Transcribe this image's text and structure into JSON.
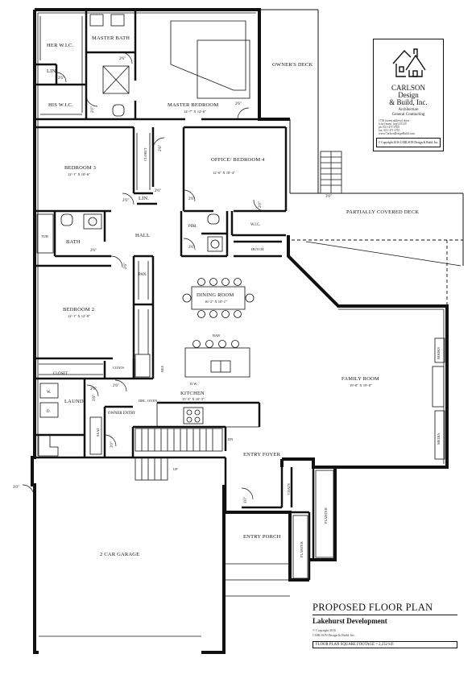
{
  "rooms": {
    "her_wic": "HER W.I.C.",
    "master_bath": "MASTER BATH",
    "lin1": "LIN.",
    "his_wic": "HIS W.I.C.",
    "master_bedroom": "MASTER BEDROOM",
    "master_bedroom_dim": "14'-7\" X 12'-6\"",
    "owners_deck": "OWNER'S DECK",
    "bedroom3": "BEDROOM 3",
    "bedroom3_dim": "12'-1\" X 10'-6\"",
    "closet": "CLOSET",
    "lin2": "LIN.",
    "office": "OFFICE/ BEDROOM 4",
    "office_dim": "12'-6\" X 10'-4\"",
    "partially_covered_deck": "PARTIALLY COVERED DECK",
    "tub": "TUB",
    "bath": "BATH",
    "hall": "HALL",
    "pdr": "PDR.",
    "wic": "W.I.C.",
    "hutch": "HUTCH",
    "pan": "PAN.",
    "dining_room": "DINING ROOM",
    "dining_dim": "16'-2\" X 10'-1\"",
    "bedroom2": "BEDROOM 2",
    "bedroom2_dim": "12'-1\" X 12'-8\"",
    "bar": "BAR",
    "ref": "REF.",
    "closet2": "CLOSET",
    "coats1": "COATS",
    "dw": "D.W.",
    "family_room": "FAMILY ROOM",
    "family_dim": "19'-8\" X 19'-0\"",
    "books": "BOOKS",
    "media": "MEDIA",
    "w": "W.",
    "d": "D.",
    "laund": "LAUND.",
    "kitchen": "KITCHEN",
    "kitchen_dim": "15'-3\" X 10'-3\"",
    "dbl_oven": "DBL. OVEN",
    "owner_entry": "OWNER ENTRY",
    "seat": "SEAT",
    "dn": "DN",
    "up": "UP",
    "entry_foyer": "ENTRY FOYER",
    "coats2": "COATS",
    "planter1": "PLANTER",
    "garage": "2 CAR GARAGE",
    "entry_porch": "ENTRY PORCH",
    "planter2": "PLANTER"
  },
  "doors": {
    "d1": "2'6\"",
    "d2": "2'6\"",
    "d3": "2'0\"",
    "d4": "2'6\"",
    "d5": "2'6\"",
    "d6": "2'6\"",
    "d7": "2'6\"",
    "d8": "2'6\"",
    "d9": "2'0\"",
    "d10": "2'6\"",
    "d11": "2'6\"",
    "d12": "2'6\"",
    "d13": "2'6\"",
    "d14": "2'6\"",
    "d15": "2'6\"",
    "d16": "3'0\"",
    "d17": "3'0\"",
    "d18": "3'0\"",
    "d19": "3'0\""
  },
  "logo": {
    "line1": "CARLSON",
    "line2": "Design",
    "line3": "& Build, Inc.",
    "line4": "Architecture",
    "line5": "General Contracting",
    "contact1": "1730 (street address) drive",
    "contact2": "(city) minn. (zip) 55129",
    "contact3": "ph: 651-471-2700",
    "contact4": "fax: 651-471-2701",
    "contact5": "www.CarlsonDesignBuild.com",
    "copyright": "© Copyright 2016  CARLSON Design & Build, Inc."
  },
  "title": {
    "main": "PROPOSED FLOOR PLAN",
    "sub": "Lakehurst Development",
    "copy1": "© Copyright 2016",
    "copy2": "CARLSON Design & Build, Inc.",
    "footage": "FLOOR PLAN SQUARE FOOTAGE = 2,232 S.F."
  }
}
